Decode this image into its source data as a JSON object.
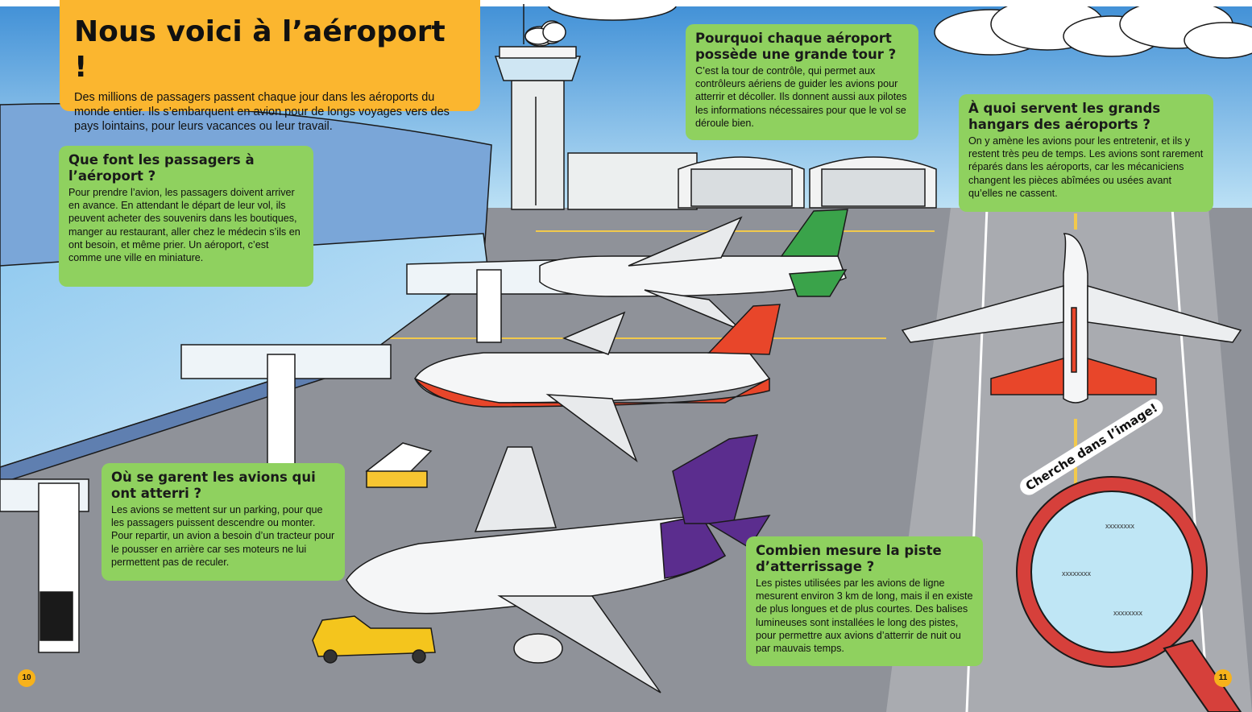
{
  "title": {
    "heading": "Nous voici à l’aéroport !",
    "intro": "Des millions de passagers passent chaque jour dans les aéroports du monde entier. Ils s’embarquent en avion pour de longs voyages vers des pays lointains, pour leurs vacances ou leur travail."
  },
  "boxes": {
    "passengers": {
      "heading": "Que font les passagers à l’aéroport ?",
      "body": "Pour prendre l’avion, les passagers doivent arriver en avance. En attendant le départ de leur vol, ils peuvent acheter des souvenirs dans les boutiques, manger au restaurant, aller chez le médecin s’ils en ont besoin, et même prier. Un aéroport, c’est comme une ville en miniature."
    },
    "tower": {
      "heading": "Pourquoi chaque aéroport possède une grande tour ?",
      "body": "C’est la tour de contrôle, qui permet aux contrôleurs aériens de guider les avions pour atterrir et décoller. Ils donnent aussi aux pilotes les informations nécessaires pour que le vol se déroule bien."
    },
    "hangars": {
      "heading": "À quoi servent les grands hangars des aéroports ?",
      "body": "On y amène les avions pour les entretenir, et ils y restent très peu de temps. Les avions sont rarement réparés dans les aéroports, car les mécaniciens changent les pièces abîmées ou usées avant qu’elles ne cassent."
    },
    "parking": {
      "heading": "Où se garent les avions qui ont atterri ?",
      "body": "Les avions se mettent sur un parking, pour que les passagers puissent descendre ou monter. Pour repartir, un avion a besoin d’un tracteur pour le pousser en arrière car ses moteurs ne lui permettent pas de reculer."
    },
    "runway": {
      "heading": "Combien mesure la piste d’atterrissage ?",
      "body": "Les pistes utilisées par les avions de ligne mesurent environ 3 km de long, mais il en existe de plus longues et de plus courtes. Des balises lumineuses sont installées le long des pistes, pour permettre aux avions d’atterrir de nuit ou par mauvais temps."
    }
  },
  "search": {
    "label": "Cherche dans l’image!",
    "items": [
      "xxxxxxxx",
      "xxxxxxxx",
      "xxxxxxxx"
    ]
  },
  "pages": {
    "left": "10",
    "right": "11"
  },
  "colors": {
    "sky": "#5aa8e0",
    "ground": "#8f9299",
    "title_box": "#fbb62f",
    "info_box": "#8fd15f",
    "tail_green": "#3aa34a",
    "tail_red": "#e8462a",
    "tail_purple": "#5b2d8e",
    "magnifier": "#d6403b"
  }
}
